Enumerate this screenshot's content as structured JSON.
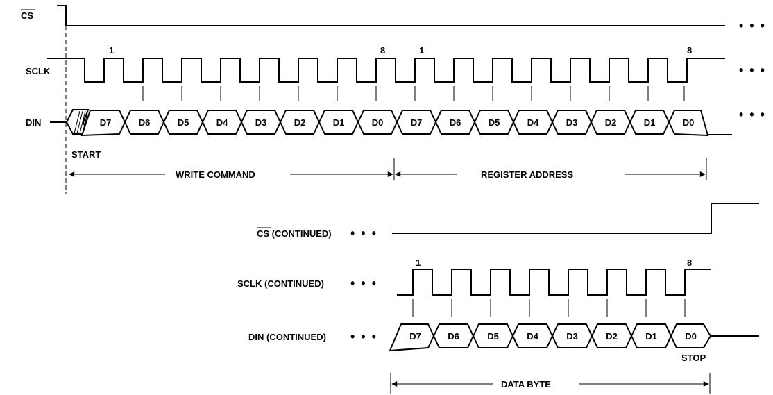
{
  "signals": {
    "cs": "CS",
    "sclk": "SCLK",
    "din": "DIN",
    "cs_cont": "CS (CONTINUED)",
    "sclk_cont": "SCLK (CONTINUED)",
    "din_cont": "DIN (CONTINUED)"
  },
  "continuation": "• • •",
  "pulse_numbers": {
    "first": "1",
    "last": "8"
  },
  "bits": [
    "D7",
    "D6",
    "D5",
    "D4",
    "D3",
    "D2",
    "D1",
    "D0"
  ],
  "markers": {
    "start": "START",
    "stop": "STOP"
  },
  "spans": {
    "write_command": "WRITE COMMAND",
    "register_address": "REGISTER ADDRESS",
    "data_byte": "DATA BYTE"
  }
}
